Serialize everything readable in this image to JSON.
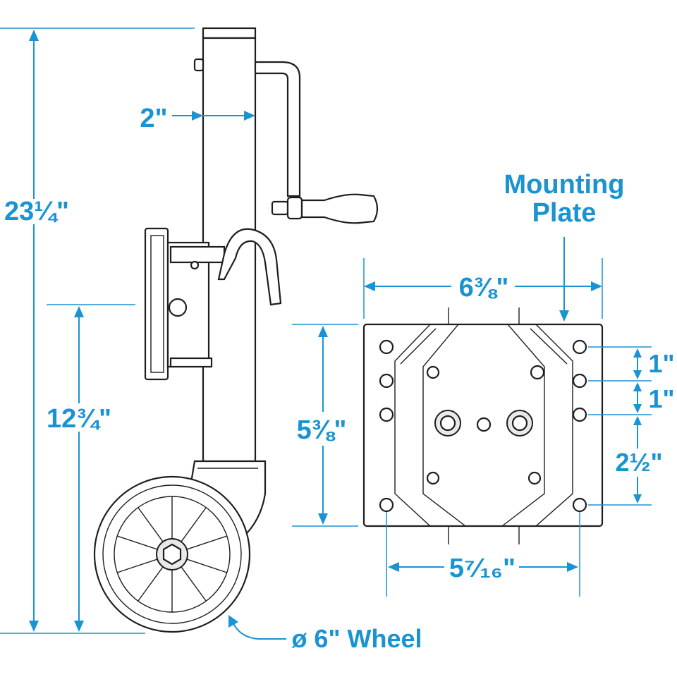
{
  "colors": {
    "dimension": "#1a93d2",
    "outline": "#1e1e1e",
    "shade": "#e9e9e9"
  },
  "dimensions": {
    "total_height": "23¼\"",
    "lower_height": "12¾\"",
    "tube_width": "2\"",
    "plate_width": "6⅜\"",
    "plate_height": "5⅜\"",
    "hole_spacing_width": "5⁷⁄₁₆\"",
    "hole_spacing_1a": "1\"",
    "hole_spacing_1b": "1\"",
    "hole_spacing_bottom": "2½\""
  },
  "labels": {
    "mounting_plate_line1": "Mounting",
    "mounting_plate_line2": "Plate",
    "wheel": "ø 6\" Wheel"
  }
}
